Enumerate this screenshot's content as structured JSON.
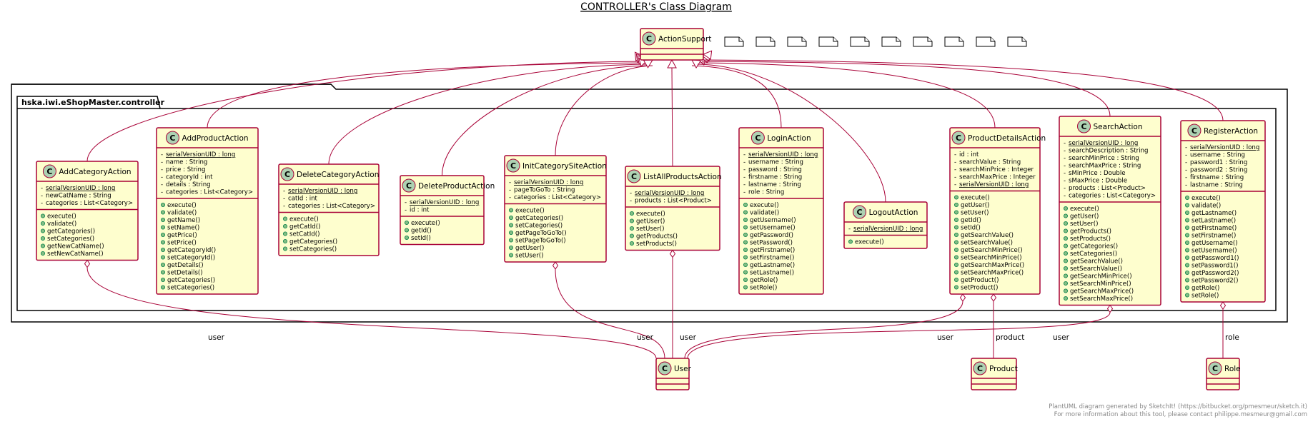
{
  "title": "CONTROLLER's Class Diagram",
  "package": "hska.iwi.eShopMaster.controller",
  "colors": {
    "class_fill": "#FEFECE",
    "class_border": "#A80036",
    "circle_fill": "#ADD1B2",
    "edge": "#A80036"
  },
  "icon": "class-circle-icon",
  "class_letter": "C",
  "parent": "ActionSupport",
  "classes": {
    "ActionSupport": {
      "name": "ActionSupport",
      "attrs": [],
      "methods": []
    },
    "AddCategoryAction": {
      "name": "AddCategoryAction",
      "attrs": [
        {
          "t": "serialVersionUID : long",
          "s": true,
          "v": "-"
        },
        {
          "t": "newCatName : String",
          "v": "-"
        },
        {
          "t": "categories : List<Category>",
          "v": "-"
        }
      ],
      "methods": [
        "execute()",
        "validate()",
        "getCategories()",
        "setCategories()",
        "getNewCatName()",
        "setNewCatName()"
      ]
    },
    "AddProductAction": {
      "name": "AddProductAction",
      "attrs": [
        {
          "t": "serialVersionUID : long",
          "s": true,
          "v": "-"
        },
        {
          "t": "name : String",
          "v": "-"
        },
        {
          "t": "price : String",
          "v": "-"
        },
        {
          "t": "categoryId : int",
          "v": "-"
        },
        {
          "t": "details : String",
          "v": "-"
        },
        {
          "t": "categories : List<Category>",
          "v": "-"
        }
      ],
      "methods": [
        "execute()",
        "validate()",
        "getName()",
        "setName()",
        "getPrice()",
        "setPrice()",
        "getCategoryId()",
        "setCategoryId()",
        "getDetails()",
        "setDetails()",
        "getCategories()",
        "setCategories()"
      ]
    },
    "DeleteCategoryAction": {
      "name": "DeleteCategoryAction",
      "attrs": [
        {
          "t": "serialVersionUID : long",
          "s": true,
          "v": "-"
        },
        {
          "t": "catId : int",
          "v": "-"
        },
        {
          "t": "categories : List<Category>",
          "v": "-"
        }
      ],
      "methods": [
        "execute()",
        "getCatId()",
        "setCatId()",
        "getCategories()",
        "setCategories()"
      ]
    },
    "DeleteProductAction": {
      "name": "DeleteProductAction",
      "attrs": [
        {
          "t": "serialVersionUID : long",
          "s": true,
          "v": "-"
        },
        {
          "t": "id : int",
          "v": "-"
        }
      ],
      "methods": [
        "execute()",
        "getId()",
        "setId()"
      ]
    },
    "InitCategorySiteAction": {
      "name": "InitCategorySiteAction",
      "attrs": [
        {
          "t": "serialVersionUID : long",
          "s": true,
          "v": "-"
        },
        {
          "t": "pageToGoTo : String",
          "v": "-"
        },
        {
          "t": "categories : List<Category>",
          "v": "-"
        }
      ],
      "methods": [
        "execute()",
        "getCategories()",
        "setCategories()",
        "getPageToGoTo()",
        "setPageToGoTo()",
        "getUser()",
        "setUser()"
      ]
    },
    "ListAllProductsAction": {
      "name": "ListAllProductsAction",
      "attrs": [
        {
          "t": "serialVersionUID : long",
          "s": true,
          "v": "-"
        },
        {
          "t": "products : List<Product>",
          "v": "-"
        }
      ],
      "methods": [
        "execute()",
        "getUser()",
        "setUser()",
        "getProducts()",
        "setProducts()"
      ]
    },
    "LoginAction": {
      "name": "LoginAction",
      "attrs": [
        {
          "t": "serialVersionUID : long",
          "s": true,
          "v": "-"
        },
        {
          "t": "username : String",
          "v": "-"
        },
        {
          "t": "password : String",
          "v": "-"
        },
        {
          "t": "firstname : String",
          "v": "-"
        },
        {
          "t": "lastname : String",
          "v": "-"
        },
        {
          "t": "role : String",
          "v": "-"
        }
      ],
      "methods": [
        "execute()",
        "validate()",
        "getUsername()",
        "setUsername()",
        "getPassword()",
        "setPassword()",
        "getFirstname()",
        "setFirstname()",
        "getLastname()",
        "setLastname()",
        "getRole()",
        "setRole()"
      ]
    },
    "LogoutAction": {
      "name": "LogoutAction",
      "attrs": [
        {
          "t": "serialVersionUID : long",
          "s": true,
          "v": "-"
        }
      ],
      "methods": [
        "execute()"
      ]
    },
    "ProductDetailsAction": {
      "name": "ProductDetailsAction",
      "attrs": [
        {
          "t": "id : int",
          "v": "-"
        },
        {
          "t": "searchValue : String",
          "v": "-"
        },
        {
          "t": "searchMinPrice : Integer",
          "v": "-"
        },
        {
          "t": "searchMaxPrice : Integer",
          "v": "-"
        },
        {
          "t": "serialVersionUID : long",
          "s": true,
          "v": "-"
        }
      ],
      "methods": [
        "execute()",
        "getUser()",
        "setUser()",
        "getId()",
        "setId()",
        "getSearchValue()",
        "setSearchValue()",
        "getSearchMinPrice()",
        "setSearchMinPrice()",
        "getSearchMaxPrice()",
        "setSearchMaxPrice()",
        "getProduct()",
        "setProduct()"
      ]
    },
    "SearchAction": {
      "name": "SearchAction",
      "attrs": [
        {
          "t": "serialVersionUID : long",
          "s": true,
          "v": "-"
        },
        {
          "t": "searchDescription : String",
          "v": "-"
        },
        {
          "t": "searchMinPrice : String",
          "v": "-"
        },
        {
          "t": "searchMaxPrice : String",
          "v": "-"
        },
        {
          "t": "sMinPrice : Double",
          "v": "-"
        },
        {
          "t": "sMaxPrice : Double",
          "v": "-"
        },
        {
          "t": "products : List<Product>",
          "v": "-"
        },
        {
          "t": "categories : List<Category>",
          "v": "-"
        }
      ],
      "methods": [
        "execute()",
        "getUser()",
        "setUser()",
        "getProducts()",
        "setProducts()",
        "getCategories()",
        "setCategories()",
        "getSearchValue()",
        "setSearchValue()",
        "getSearchMinPrice()",
        "setSearchMinPrice()",
        "getSearchMaxPrice()",
        "setSearchMaxPrice()"
      ]
    },
    "RegisterAction": {
      "name": "RegisterAction",
      "attrs": [
        {
          "t": "serialVersionUID : long",
          "s": true,
          "v": "-"
        },
        {
          "t": "username : String",
          "v": "-"
        },
        {
          "t": "password1 : String",
          "v": "-"
        },
        {
          "t": "password2 : String",
          "v": "-"
        },
        {
          "t": "firstname : String",
          "v": "-"
        },
        {
          "t": "lastname : String",
          "v": "-"
        }
      ],
      "methods": [
        "execute()",
        "validate()",
        "getLastname()",
        "setLastname()",
        "getFirstname()",
        "setFirstname()",
        "getUsername()",
        "setUsername()",
        "getPassword1()",
        "setPassword1()",
        "getPassword2()",
        "setPassword2()",
        "getRole()",
        "setRole()"
      ]
    },
    "User": {
      "name": "User",
      "attrs": [],
      "methods": []
    },
    "Product": {
      "name": "Product",
      "attrs": [],
      "methods": []
    },
    "Role": {
      "name": "Role",
      "attrs": [],
      "methods": []
    }
  },
  "inheritance": [
    "AddCategoryAction",
    "AddProductAction",
    "DeleteCategoryAction",
    "DeleteProductAction",
    "InitCategorySiteAction",
    "ListAllProductsAction",
    "LoginAction",
    "LogoutAction",
    "ProductDetailsAction",
    "SearchAction",
    "RegisterAction"
  ],
  "associations": [
    {
      "from": "AddCategoryAction",
      "to": "User",
      "label": "user"
    },
    {
      "from": "InitCategorySiteAction",
      "to": "User",
      "label": "user"
    },
    {
      "from": "ListAllProductsAction",
      "to": "User",
      "label": "user"
    },
    {
      "from": "ProductDetailsAction",
      "to": "User",
      "label": "user"
    },
    {
      "from": "ProductDetailsAction",
      "to": "Product",
      "label": "product"
    },
    {
      "from": "SearchAction",
      "to": "User",
      "label": "user"
    },
    {
      "from": "RegisterAction",
      "to": "Role",
      "label": "role"
    }
  ],
  "note_count": 10,
  "footer": {
    "line1": "PlantUML diagram generated by SketchIt! (https://bitbucket.org/pmesmeur/sketch.it)",
    "line2": "For more information about this tool, please contact philippe.mesmeur@gmail.com"
  }
}
